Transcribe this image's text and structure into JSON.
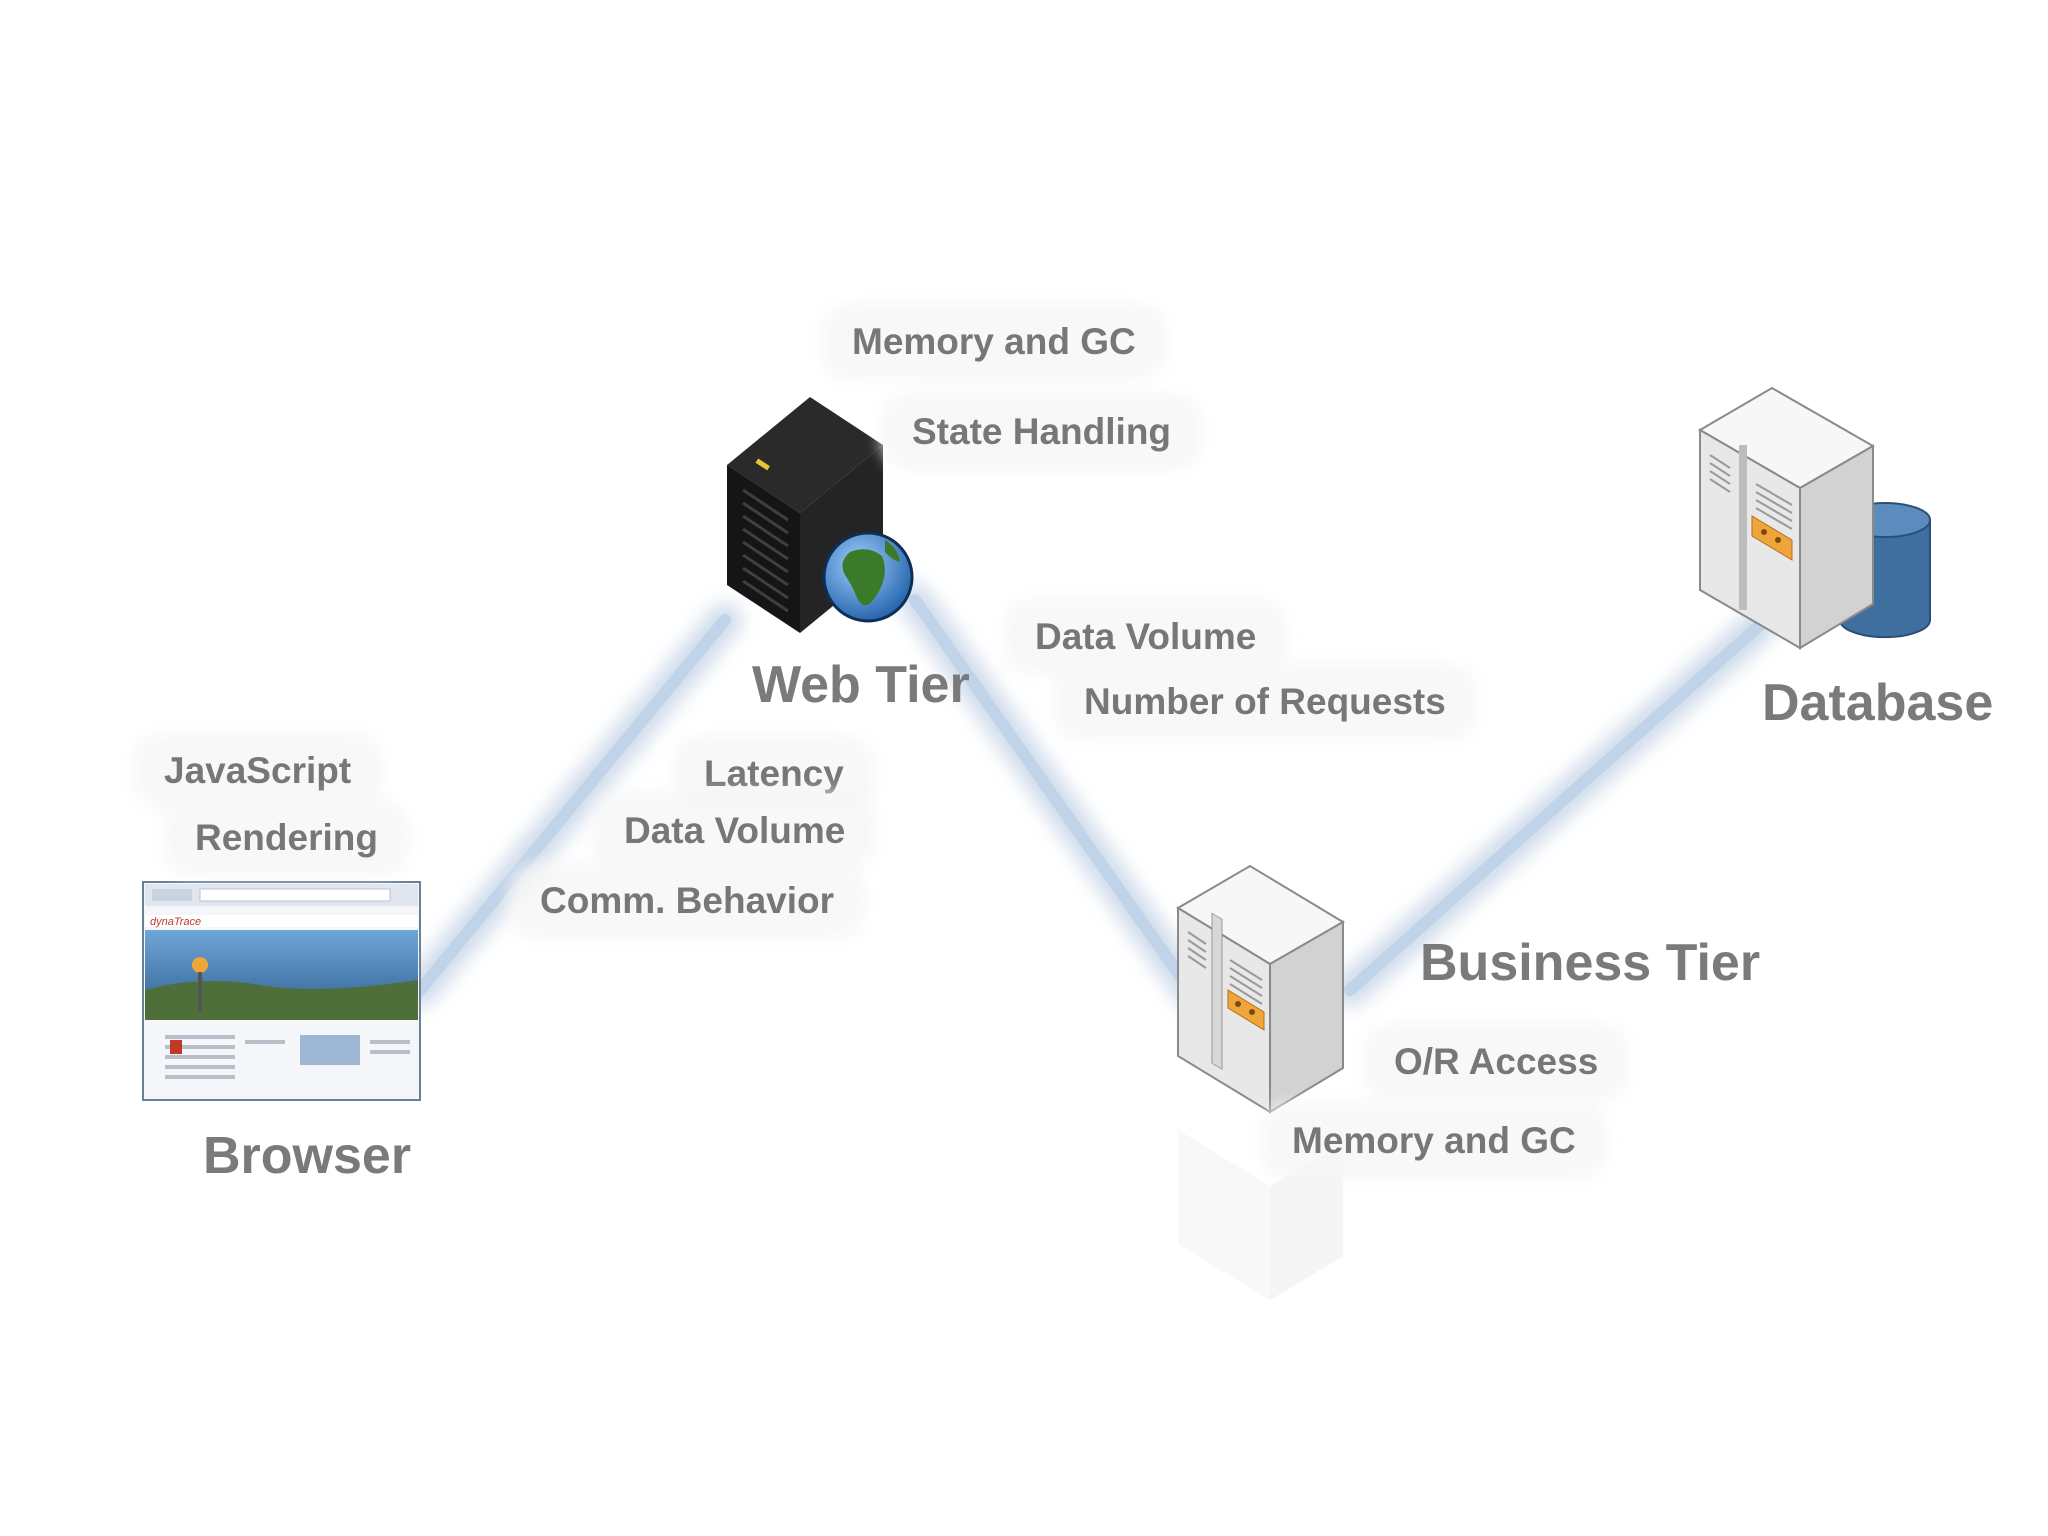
{
  "tiers": {
    "browser": {
      "title": "Browser",
      "metrics": [
        "JavaScript",
        "Rendering"
      ],
      "screenshot_brand": "dynaTrace"
    },
    "web": {
      "title": "Web Tier",
      "metrics": [
        "Memory and GC",
        "State Handling"
      ]
    },
    "business": {
      "title": "Business Tier",
      "metrics": [
        "O/R Access",
        "Memory and GC"
      ]
    },
    "database": {
      "title": "Database"
    }
  },
  "links": {
    "browser_web": [
      "Latency",
      "Data Volume",
      "Comm. Behavior"
    ],
    "web_business": [
      "Data Volume",
      "Number of Requests"
    ]
  },
  "icons": {
    "browser": "browser-screenshot-icon",
    "web": "server-rack-globe-icon",
    "business": "app-server-icon",
    "database": "database-server-icon"
  },
  "colors": {
    "label": "#777777",
    "connector": "#a9c0dc",
    "server_dark": "#1b1b1b",
    "server_light": "#e8e8e8",
    "accent_orange": "#f0a53a",
    "db_blue": "#3f6f9f"
  }
}
